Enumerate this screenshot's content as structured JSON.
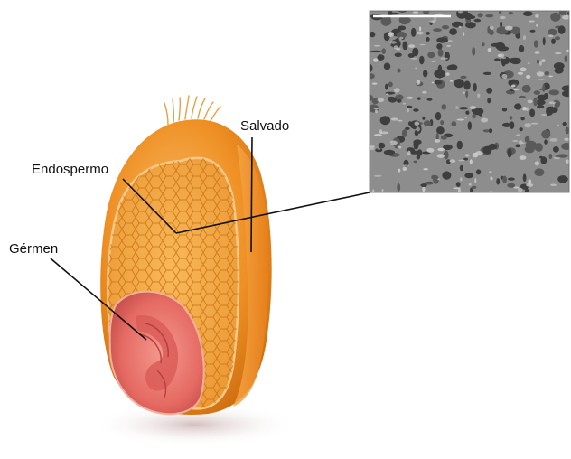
{
  "labels": {
    "salvado": "Salvado",
    "endospermo": "Endospermo",
    "germen": "Gérmen"
  },
  "colors": {
    "bran_outer": "#e8861a",
    "bran_light": "#f7b860",
    "endosperm_fill": "#f2a43a",
    "endosperm_cell_line": "#c96f0d",
    "germ_fill": "#e8706a",
    "germ_dark": "#c44a4a",
    "sem_background": "#8a8a8a",
    "sem_pore": "#3a3a3a",
    "sem_highlight": "#c9c9c9",
    "leader_line": "#111111"
  },
  "icons": {
    "grain": "wheat-kernel-cross-section",
    "micrograph": "sem-micrograph-endosperm"
  }
}
